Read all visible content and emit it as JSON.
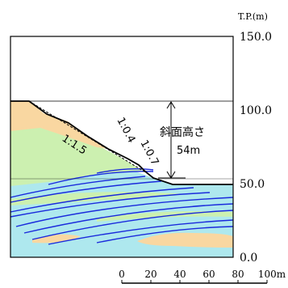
{
  "elevation_axis": {
    "unit_label": "T.P.(m)",
    "ticks": [
      {
        "label": "150.0",
        "value": 150
      },
      {
        "label": "100.0",
        "value": 100
      },
      {
        "label": "50.0",
        "value": 50
      },
      {
        "label": "0.0",
        "value": 0
      }
    ]
  },
  "distance_axis": {
    "ticks": [
      "0",
      "20",
      "40",
      "60",
      "80",
      "100m"
    ]
  },
  "annotations": {
    "slope_ratio_overall": "1:1.5",
    "slope_ratio_upper": "1:0.4",
    "slope_ratio_lower": "1:0.7",
    "slope_height_label": "斜面高さ",
    "slope_height_value": "54m"
  },
  "colors": {
    "sandstone": "#f9d7a1",
    "green_layer": "#ccf0b0",
    "water_layer": "#aee8ee",
    "seam_lines": "#1a2adc",
    "outline": "#000000"
  }
}
